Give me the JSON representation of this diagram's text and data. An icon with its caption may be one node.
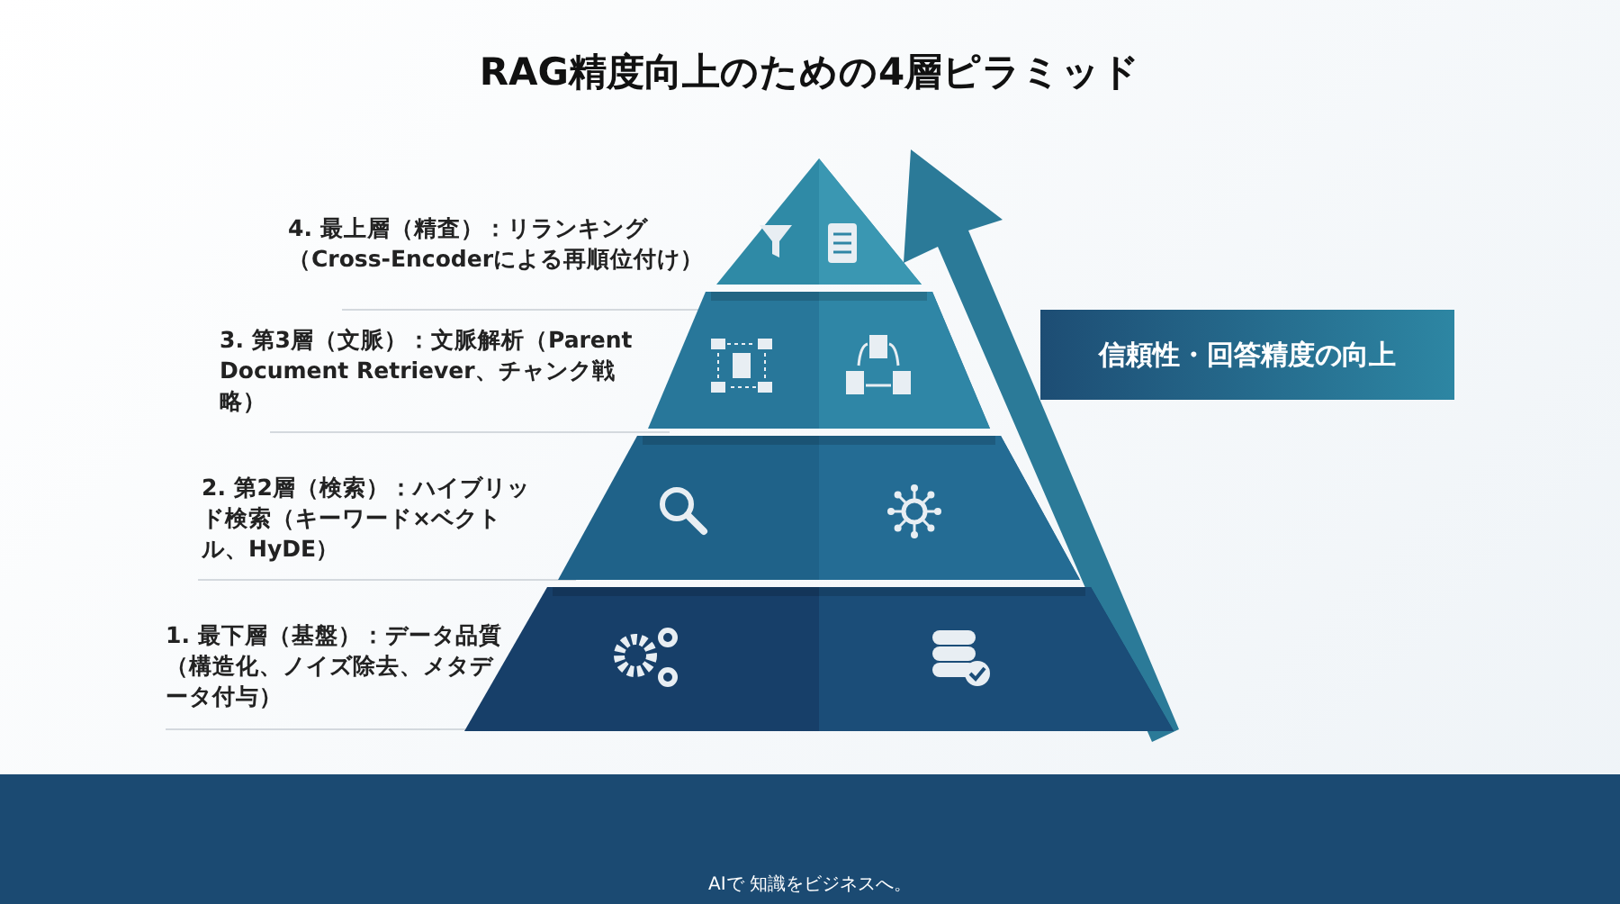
{
  "diagram": {
    "title": "RAG精度向上のための4層ピラミッド",
    "nodes": [
      {
        "text": [
          "信頼性・回答精度の向上"
        ]
      }
    ],
    "labels": [
      "4. 最上層（精査）：リランキング（Cross-Encoderによる再順位付け）",
      "3. 第3層（文脈）：文脈解析（Parent Document Retriever、チャンク戦略）",
      "2. 第2層（検索）：ハイブリッド検索（キーワード×ベクトル、HyDE）",
      "1. 最下層（基盤）：データ品質（構造化、ノイズ除去、メタデータ付与）",
      "AIで 知識をビジネスへ。"
    ]
  }
}
